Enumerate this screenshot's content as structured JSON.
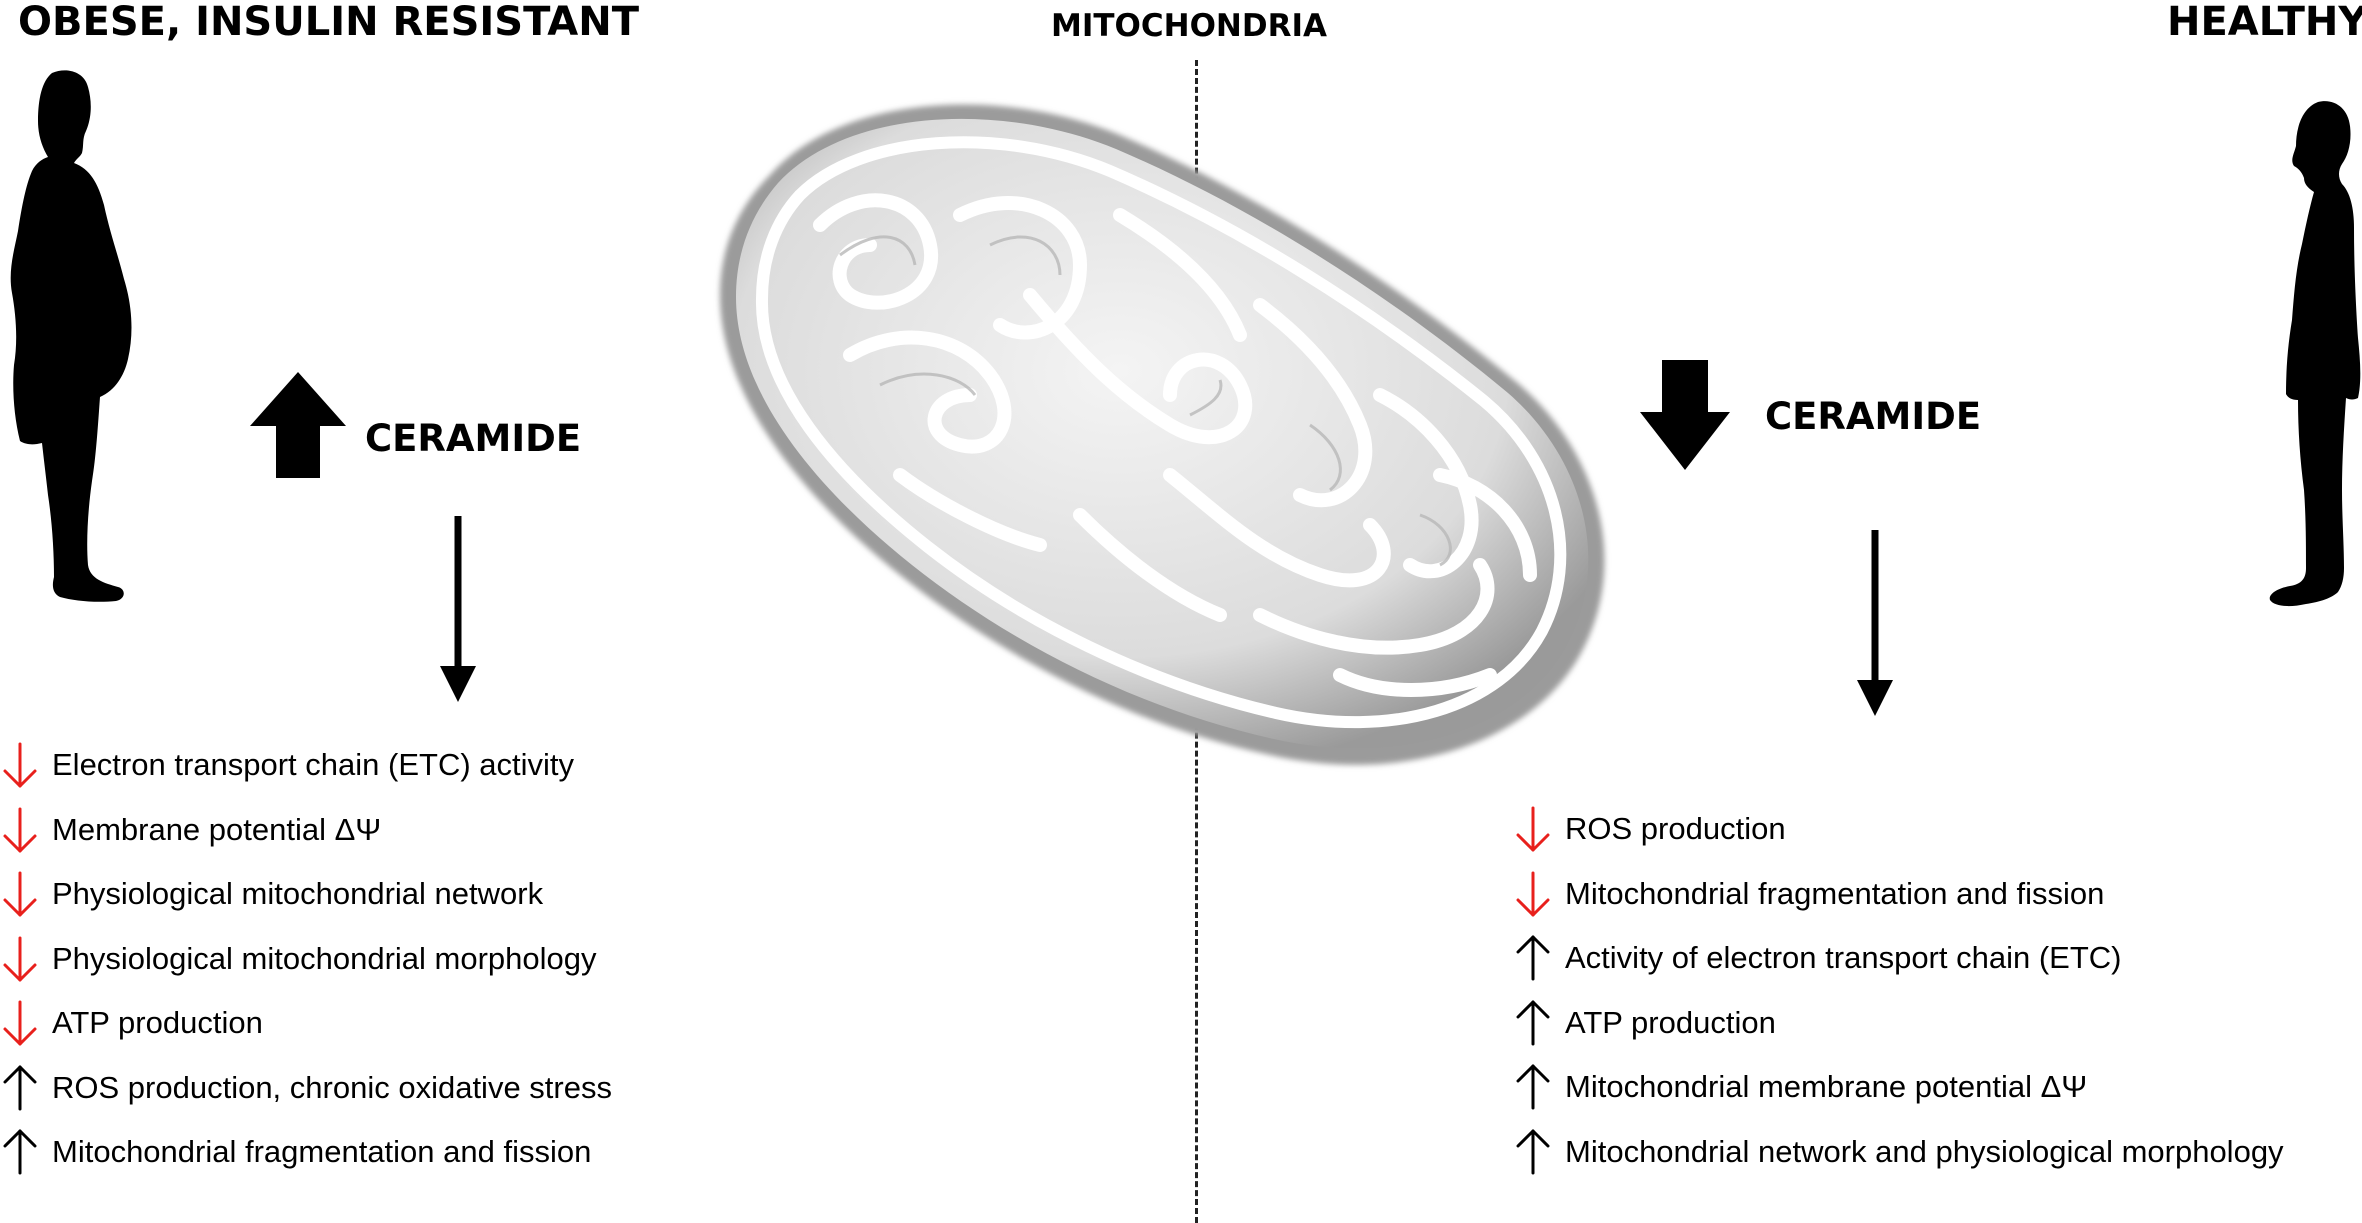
{
  "left": {
    "title": "OBESE, INSULIN RESISTANT",
    "ceramide_label": "CERAMIDE",
    "ceramide_direction": "up",
    "effects": [
      {
        "direction": "down",
        "color": "#e8201c",
        "text": "Electron transport chain (ETC) activity"
      },
      {
        "direction": "down",
        "color": "#e8201c",
        "text": "Membrane potential ΔΨ"
      },
      {
        "direction": "down",
        "color": "#e8201c",
        "text": "Physiological mitochondrial network"
      },
      {
        "direction": "down",
        "color": "#e8201c",
        "text": "Physiological mitochondrial morphology"
      },
      {
        "direction": "down",
        "color": "#e8201c",
        "text": "ATP production"
      },
      {
        "direction": "up",
        "color": "#000000",
        "text": "ROS production, chronic oxidative stress"
      },
      {
        "direction": "up",
        "color": "#000000",
        "text": "Mitochondrial fragmentation and fission"
      }
    ]
  },
  "center": {
    "title": "MITOCHONDRIA"
  },
  "right": {
    "title": "HEALTHY",
    "ceramide_label": "CERAMIDE",
    "ceramide_direction": "down",
    "effects": [
      {
        "direction": "down",
        "color": "#e8201c",
        "text": "ROS production"
      },
      {
        "direction": "down",
        "color": "#e8201c",
        "text": "Mitochondrial fragmentation and fission"
      },
      {
        "direction": "up",
        "color": "#000000",
        "text": "Activity of electron transport chain (ETC)"
      },
      {
        "direction": "up",
        "color": "#000000",
        "text": "ATP production"
      },
      {
        "direction": "up",
        "color": "#000000",
        "text": "Mitochondrial membrane potential ΔΨ"
      },
      {
        "direction": "up",
        "color": "#000000",
        "text": "Mitochondrial network and physiological morphology"
      }
    ]
  },
  "icons": {
    "left_figure": "obese-person-silhouette-icon",
    "right_figure": "healthy-person-silhouette-icon",
    "mitochondrion": "mitochondrion-illustration",
    "ceramide_up": "thick-arrow-up-icon",
    "ceramide_down": "thick-arrow-down-icon",
    "flow": "thin-arrow-down-icon"
  }
}
